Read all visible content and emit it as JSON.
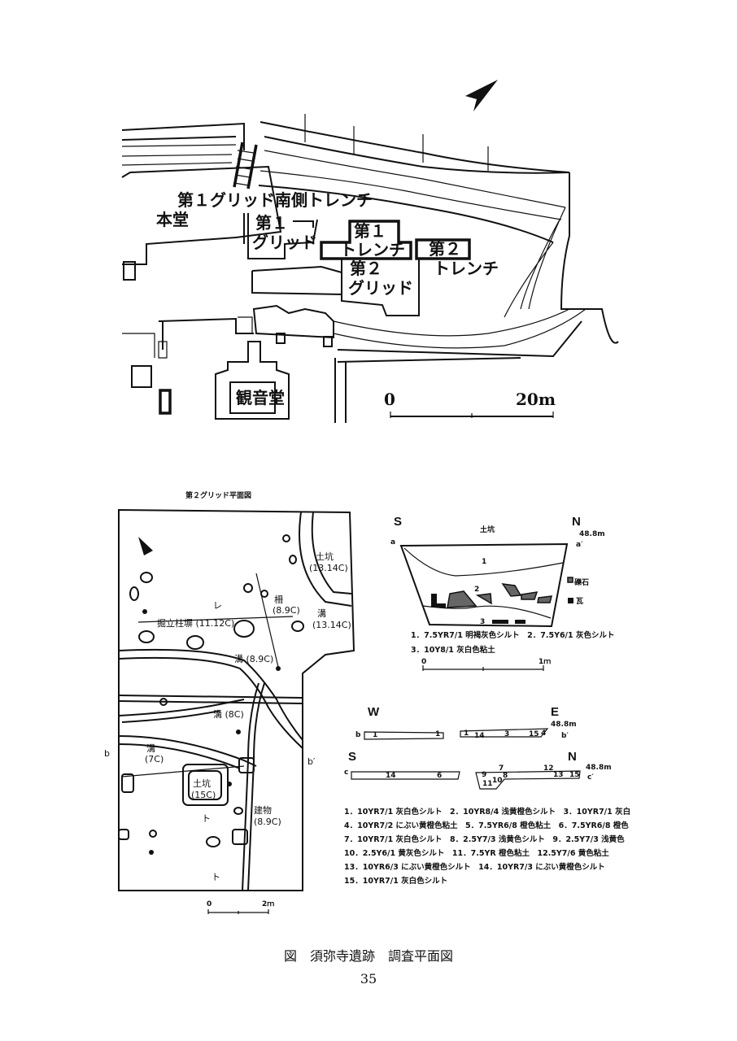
{
  "site_map": {
    "labels": {
      "honden": "本堂",
      "grid1_south_trench": "第１グリッド南側トレンチ",
      "grid1_line1": "第１",
      "grid1_line2": "グリッド",
      "trench1_line1": "第１",
      "trench1_line2": "トレンチ",
      "trench2_line1": "第２",
      "trench2_line2": "トレンチ",
      "grid2_line1": "第２",
      "grid2_line2": "グリッド",
      "kannondo": "観音堂"
    },
    "scale": {
      "start": "0",
      "end": "20m"
    },
    "north_arrow": "north-arrow-icon"
  },
  "grid2_plan": {
    "title": "第２グリッド平面図",
    "labels": {
      "pit_1314": "土坑",
      "pit_1314_date": "(13.14C)",
      "fence": "柵",
      "fence_date": "(8.9C)",
      "ditch_1314": "溝",
      "ditch_1314_date": "(13.14C)",
      "pillar_building": "掘立柱塀 (11.12C)",
      "ditch_89": "溝 (8.9C)",
      "ditch_8": "溝 (8C)",
      "ditch_7": "溝",
      "ditch_7_date": "(7C)",
      "pit_15": "土坑",
      "pit_15_date": "(15C)",
      "building": "建物",
      "building_date": "(8.9C)",
      "section_b": "b",
      "section_b_prime": "b′",
      "marker_a": "レ",
      "marker_c1": "ト",
      "marker_c2": "ト"
    },
    "scale": {
      "start": "0",
      "end": "2ｍ"
    }
  },
  "pit_section": {
    "title": "土坑",
    "south": "S",
    "north": "N",
    "a": "a",
    "a_prime": "a′",
    "elevation": "48.8m",
    "layers": [
      "1",
      "2",
      "3"
    ],
    "legend_stone": "礫石",
    "legend_tile": "瓦",
    "notes": [
      "1．7.5YR7/1 明褐灰色シルト　2．7.5Y6/1 灰色シルト",
      "3．10Y8/1 灰白色粘土"
    ],
    "scale": {
      "start": "0",
      "end": "1ｍ"
    }
  },
  "trench_sections": {
    "west": "W",
    "east": "E",
    "south": "S",
    "north": "N",
    "b": "b",
    "b_prime": "b′",
    "c": "c",
    "c_prime": "c′",
    "elevation_b": "48.8m",
    "elevation_c": "48.8m",
    "layer_labels_b": [
      "1",
      "1",
      "1",
      "14",
      "3",
      "15",
      "4"
    ],
    "layer_labels_c": [
      "14",
      "6",
      "9",
      "7",
      "8",
      "11",
      "10",
      "12",
      "13",
      "15"
    ]
  },
  "legend": [
    "1．10YR7/1 灰白色シルト　2．10YR8/4 浅黄橙色シルト　3．10YR7/1 灰白",
    "4．10YR7/2 にぶい黄橙色粘土　5．7.5YR6/8 橙色粘土　6．7.5YR6/8 橙色",
    "7．10YR7/1 灰白色シルト　8．2.5Y7/3 浅黄色シルト　9．2.5Y7/3 浅黄色",
    "10．2.5Y6/1 黄灰色シルト　11．7.5YR 橙色粘土　12.5Y7/6 黄色粘土",
    "13．10YR6/3 にぶい黄橙色シルト　14．10YR7/3 にぶい黄橙色シルト",
    "15．10YR7/1 灰白色シルト"
  ],
  "caption": "図　須弥寺遺跡　調査平面図",
  "page_number": "35"
}
